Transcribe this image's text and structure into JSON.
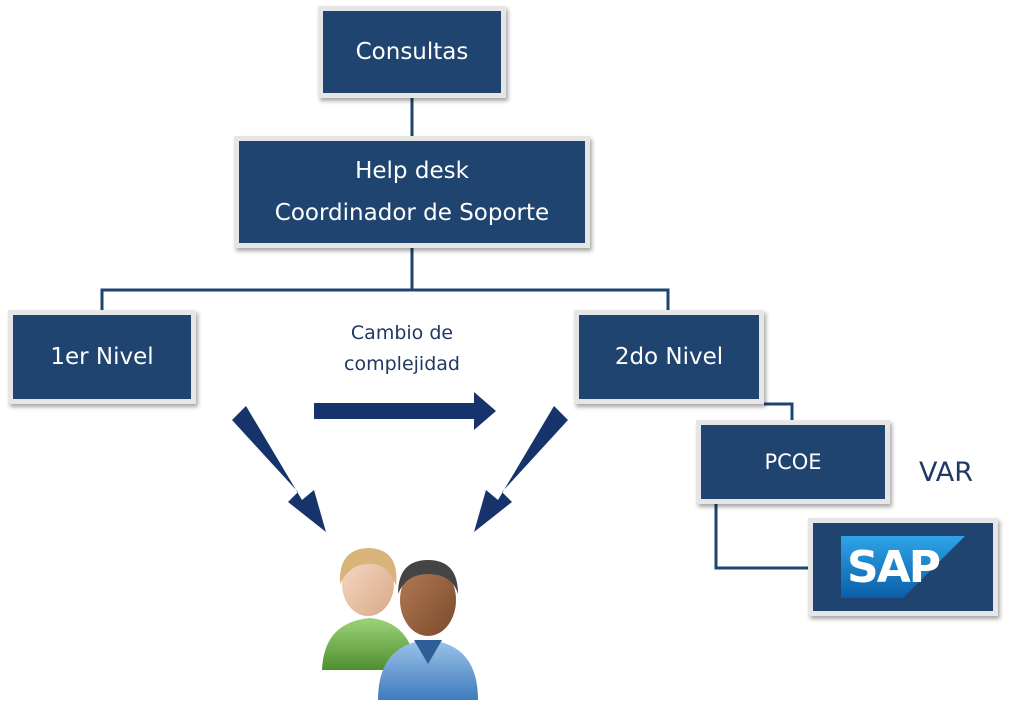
{
  "nodes": {
    "consultas": "Consultas",
    "help_desk_line1": "Help desk",
    "help_desk_line2": "Coordinador de Soporte",
    "nivel1": "1er Nivel",
    "nivel2": "2do Nivel",
    "pcoe": "PCOE",
    "sap": "SAP"
  },
  "labels": {
    "cambio_line1": "Cambio de",
    "cambio_line2": "complejidad",
    "var": "VAR"
  },
  "colors": {
    "box_fill": "#1f4470",
    "box_border": "#e6e6e6",
    "connector": "#1f4470",
    "arrow": "#17336b",
    "label_text": "#1f3864"
  },
  "icons": {
    "users": "users-icon",
    "sap_logo": "sap-logo"
  }
}
